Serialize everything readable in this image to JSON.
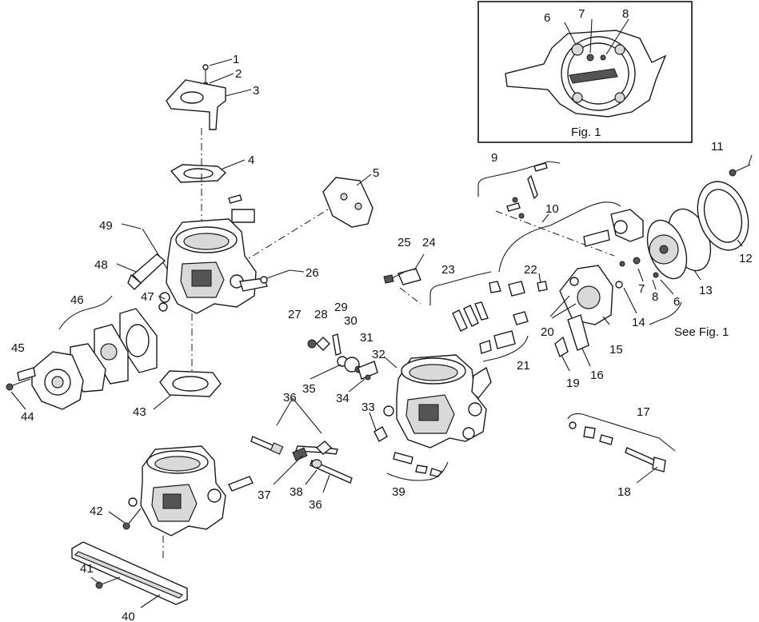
{
  "figure": {
    "inset_caption": "Fig. 1",
    "see_note": "See Fig. 1",
    "inset_labels": [
      "6",
      "7",
      "8"
    ],
    "callouts": [
      "1",
      "2",
      "3",
      "4",
      "5",
      "6",
      "7",
      "8",
      "9",
      "10",
      "11",
      "12",
      "13",
      "14",
      "15",
      "16",
      "17",
      "18",
      "19",
      "20",
      "21",
      "22",
      "23",
      "24",
      "25",
      "26",
      "27",
      "28",
      "29",
      "30",
      "31",
      "32",
      "33",
      "34",
      "35",
      "36",
      "37",
      "38",
      "39",
      "40",
      "41",
      "42",
      "43",
      "44",
      "45",
      "46",
      "47",
      "48",
      "49"
    ],
    "callout_36_repeat": "36"
  }
}
